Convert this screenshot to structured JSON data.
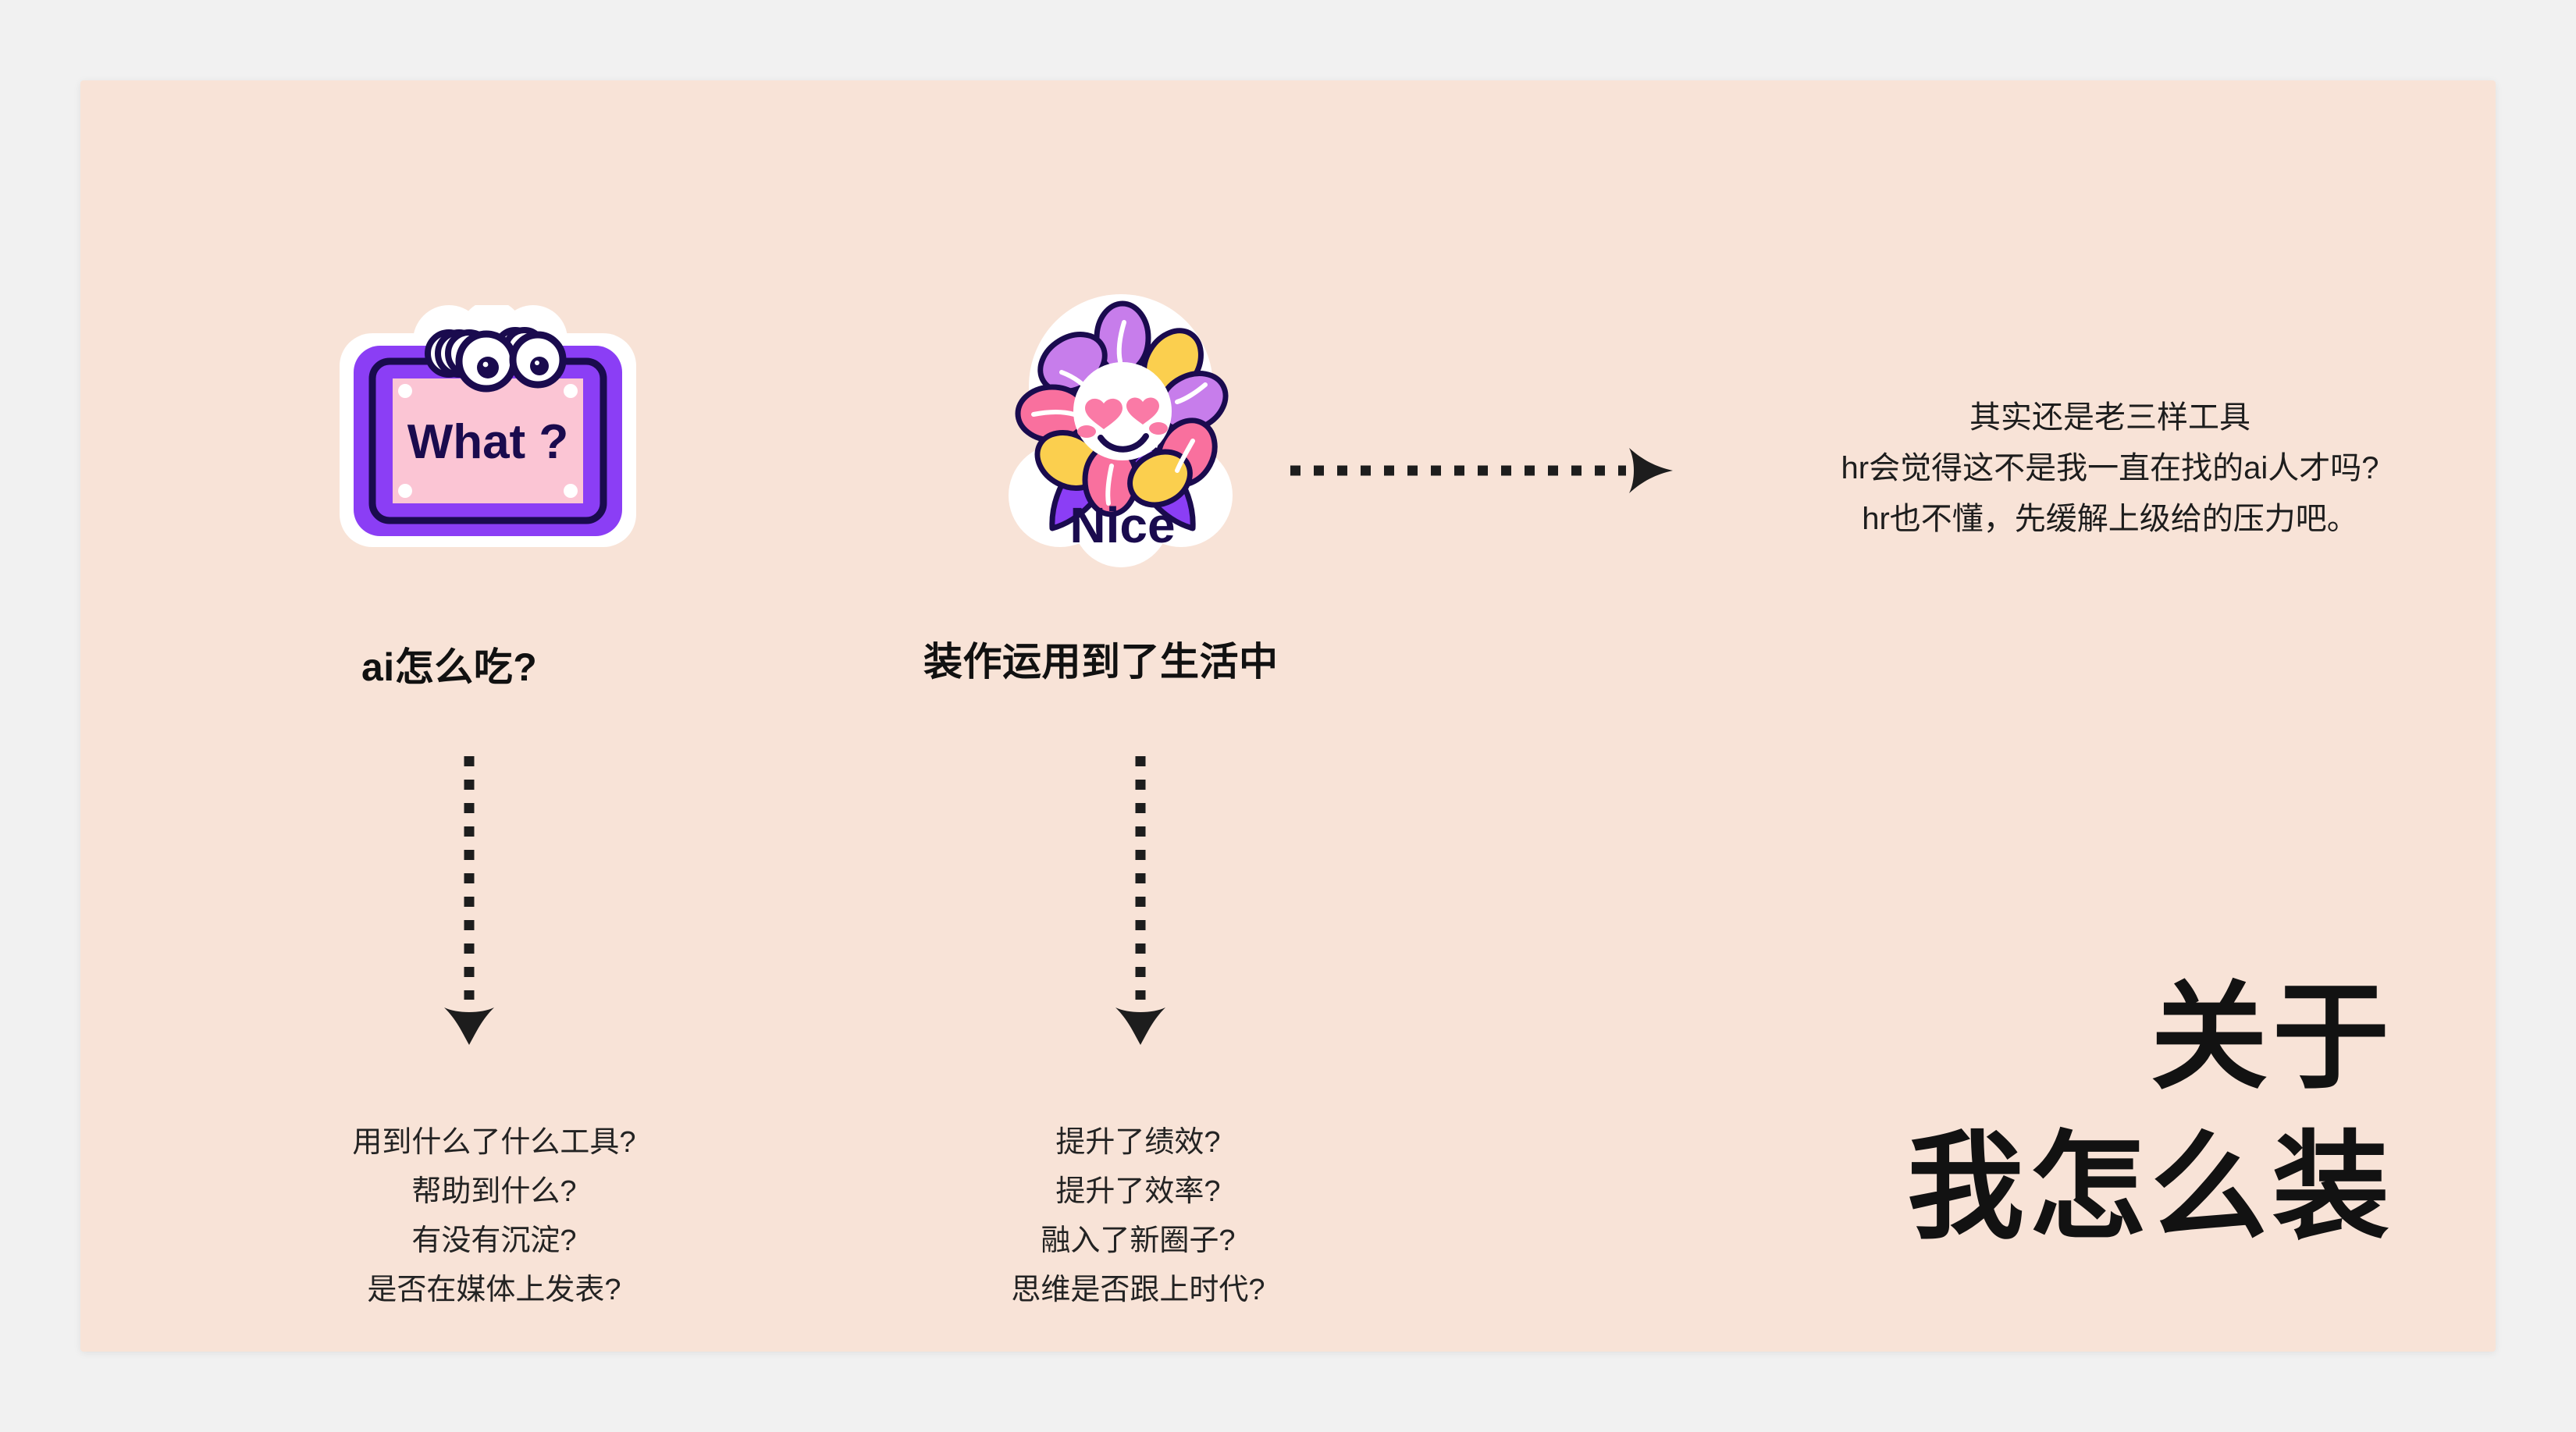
{
  "canvas": {
    "background_color": "#f8e3d7",
    "page_background_color": "#f1f1f1"
  },
  "palette": {
    "ink": "#1a0b4e",
    "purple": "#8b3ef5",
    "purple_light": "#c77deb",
    "pink_panel": "#fbc5d4",
    "pink": "#f9709e",
    "yellow": "#fbcf4e",
    "white": "#ffffff",
    "text": "#1d1d1d"
  },
  "stickers": {
    "what": {
      "name": "what-sticker",
      "label": "What ?",
      "icon": "eyes-sign-icon"
    },
    "nice": {
      "name": "nice-sticker",
      "label": "Nice",
      "icon": "smiling-flower-icon"
    }
  },
  "columns": [
    {
      "id": "left",
      "heading": "ai怎么吃?",
      "questions": [
        "用到什么了什么工具?",
        "帮助到什么?",
        "有没有沉淀?",
        "是否在媒体上发表?"
      ]
    },
    {
      "id": "middle",
      "heading": "装作运用到了生活中",
      "questions": [
        "提升了绩效?",
        "提升了效率?",
        "融入了新圈子?",
        "思维是否跟上时代?"
      ]
    }
  ],
  "note_right": {
    "lines": [
      "其实还是老三样工具",
      "hr会觉得这不是我一直在找的ai人才吗?",
      "hr也不懂，先缓解上级给的压力吧。"
    ]
  },
  "big_title": {
    "line1": "关于",
    "line2": "我怎么装"
  },
  "arrows": {
    "horizontal": "dotted-arrow-right",
    "vertical_left": "dotted-arrow-down",
    "vertical_middle": "dotted-arrow-down"
  }
}
